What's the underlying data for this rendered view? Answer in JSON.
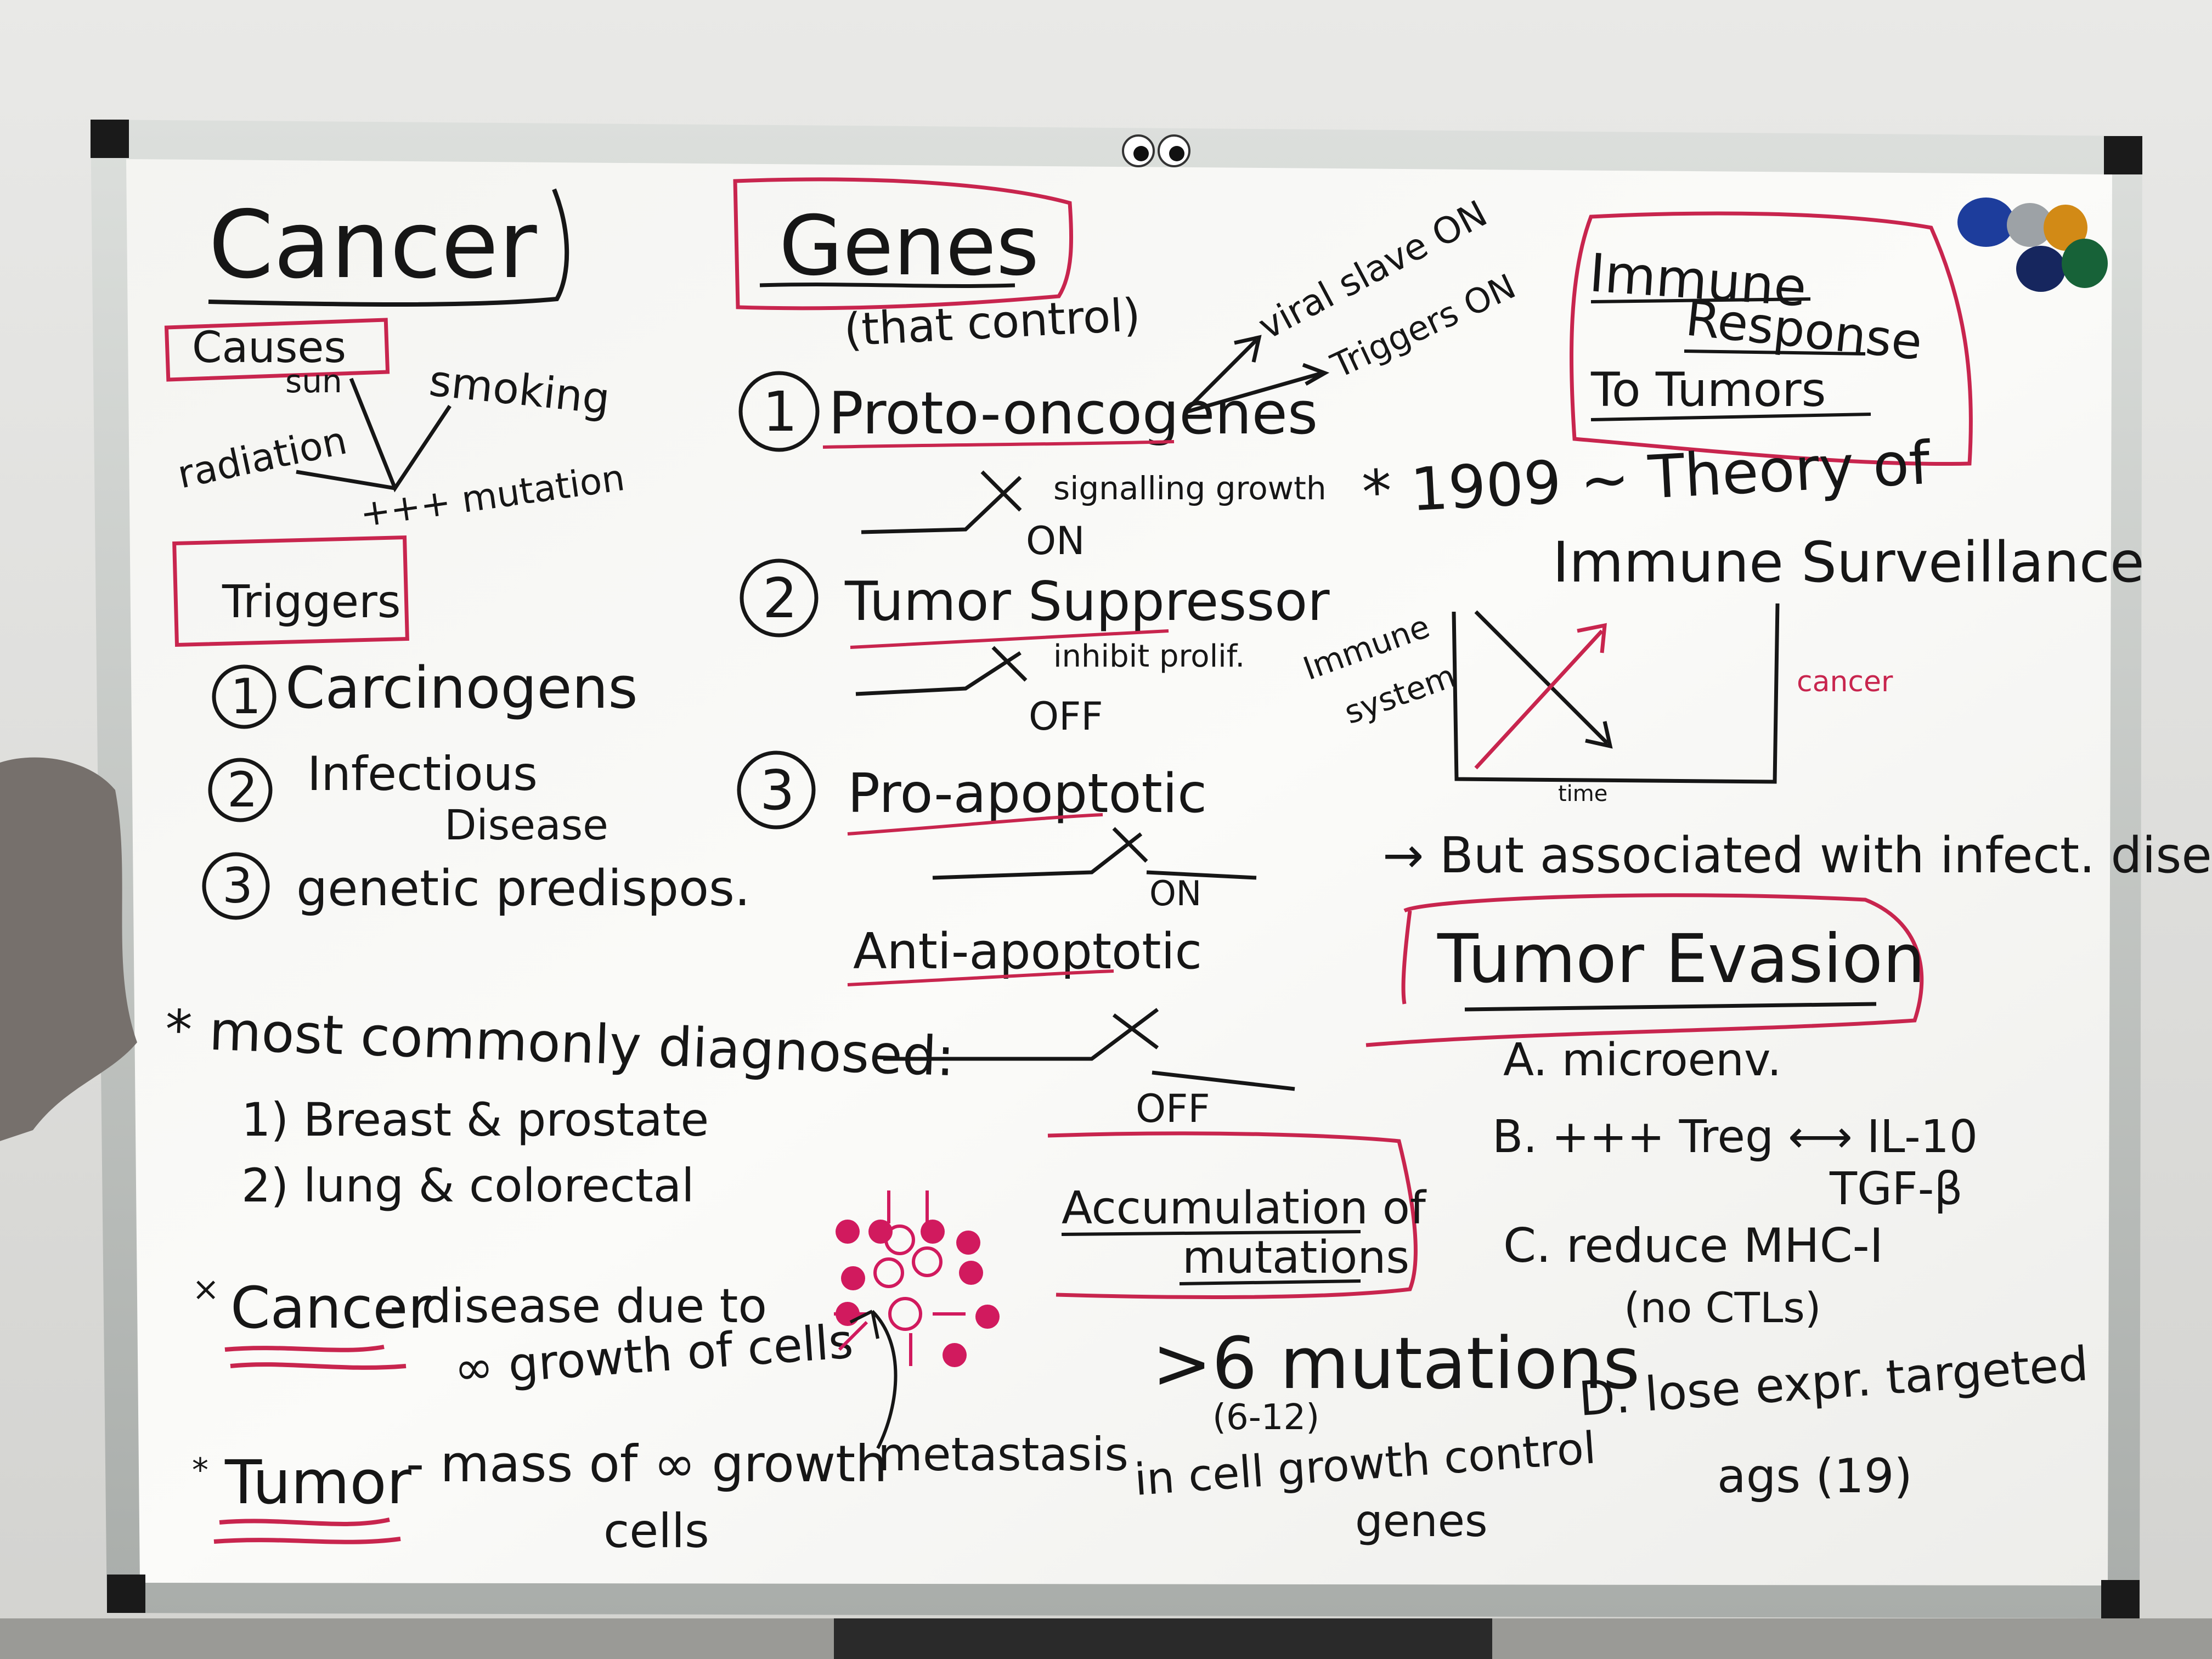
{
  "board": {
    "colors": {
      "ink": "#161616",
      "red_ink": "#c8254e",
      "pink_ink": "#d11a5e",
      "frame": "#c9ccc9",
      "surface": "#f7f7f4"
    },
    "magnets": [
      "blue",
      "grey",
      "orange",
      "dark-blue",
      "green"
    ]
  },
  "left": {
    "title": "Cancer",
    "causes": {
      "heading": "Causes",
      "sun": "sun",
      "smoking": "smoking",
      "radiation": "radiation",
      "result": "+++ mutation"
    },
    "triggers": {
      "heading": "Triggers",
      "items": [
        {
          "num": "1",
          "text": "Carcinogens"
        },
        {
          "num": "2",
          "text": "Infectious",
          "text2": "Disease"
        },
        {
          "num": "3",
          "text": "genetic predispos."
        }
      ]
    },
    "most_common": {
      "heading": "* most commonly diagnosed:",
      "line1": "1) Breast & prostate",
      "line2": "2) lung & colorectal"
    },
    "definitions": {
      "cancer_term": "Cancer",
      "cancer_def1": "- disease due to",
      "cancer_def2": "∞ growth of cells",
      "tumor_term": "Tumor",
      "tumor_def1": "- mass of ∞ growth",
      "tumor_def2": "cells",
      "bullet1": "×",
      "bullet2": "*"
    }
  },
  "middle": {
    "title": "Genes",
    "subtitle": "(that control)",
    "items": [
      {
        "num": "1",
        "name": "Proto-oncogenes",
        "note": "signalling growth",
        "state": "ON"
      },
      {
        "num": "2",
        "name": "Tumor Suppressor",
        "note": "inhibit prolif.",
        "state": "OFF"
      },
      {
        "num": "3",
        "name": "Pro-apoptotic",
        "state": "ON"
      }
    ],
    "anti": {
      "name": "Anti-apoptotic",
      "state": "OFF"
    },
    "arrows": {
      "viral": "viral slave ON",
      "triggers": "Triggers ON"
    },
    "metastasis": "metastasis",
    "accumulation": {
      "title1": "Accumulation of",
      "title2": "mutations",
      "count": ">6 mutations",
      "range": "(6-12)",
      "line1": "in cell growth control",
      "line2": "genes"
    }
  },
  "right": {
    "title1": "Immune",
    "title2": "Response",
    "title3": "To Tumors",
    "theory1": "* 1909 ~ Theory of",
    "theory2": "Immune Surveillance",
    "graph": {
      "ylabel1": "Immune",
      "ylabel2": "system",
      "xlabel": "time",
      "series_red": "cancer"
    },
    "but": "→ But associated with infect. disease",
    "evasion": {
      "title": "Tumor Evasion",
      "a": "A. microenv.",
      "b": "B. +++ Treg ⟷ IL-10",
      "b2": "TGF-β",
      "c": "C. reduce MHC-I",
      "c2": "(no CTLs)",
      "d": "D. lose expr. targeted",
      "d2": "ags (19)"
    }
  }
}
